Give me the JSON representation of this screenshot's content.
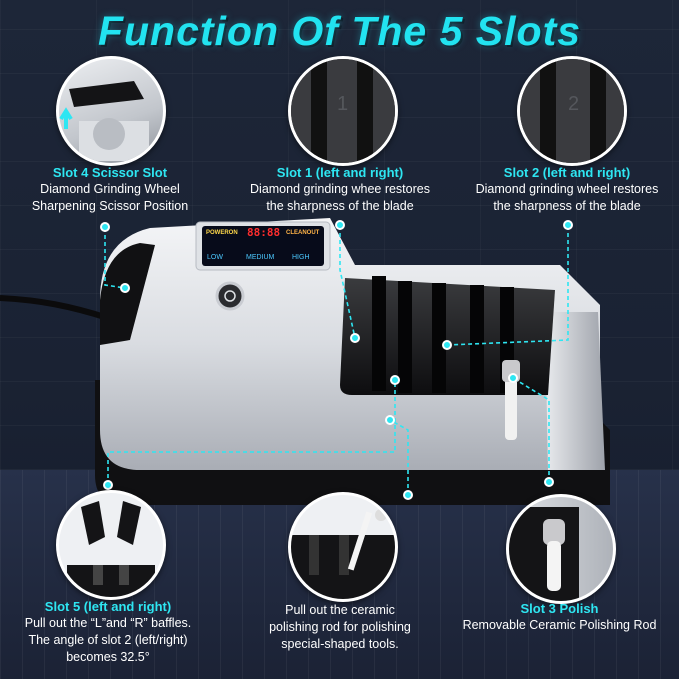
{
  "title": "Function Of The 5 Slots",
  "slot4": {
    "heading": "Slot 4 Scissor Slot",
    "line1": "Diamond Grinding Wheel",
    "line2": "Sharpening Scissor Position"
  },
  "slot1": {
    "heading": "Slot 1 (left and right)",
    "line1": "Diamond grinding whee restores",
    "line2": "the sharpness of the blade",
    "badge": "1"
  },
  "slot2": {
    "heading": "Slot 2 (left and right)",
    "line1": "Diamond grinding wheel restores",
    "line2": "the sharpness of the blade",
    "badge": "2"
  },
  "slot5": {
    "heading": "Slot 5 (left and right)",
    "line1": "Pull out the “L”and “R” baffles.",
    "line2": "The angle of slot 2 (left/right)",
    "line3": "becomes 32.5°"
  },
  "rod": {
    "line1": "Pull out the ceramic",
    "line2": "polishing rod for polishing",
    "line3": "special-shaped tools."
  },
  "slot3": {
    "heading": "Slot 3 Polish",
    "line1": "Removable Ceramic Polishing Rod"
  },
  "display": {
    "power": "POWERON",
    "digits": "88:88",
    "cleanout": "CLEANOUT",
    "low": "LOW",
    "medium": "MEDIUM",
    "high": "HIGH"
  },
  "accent": "#2ee6f2"
}
